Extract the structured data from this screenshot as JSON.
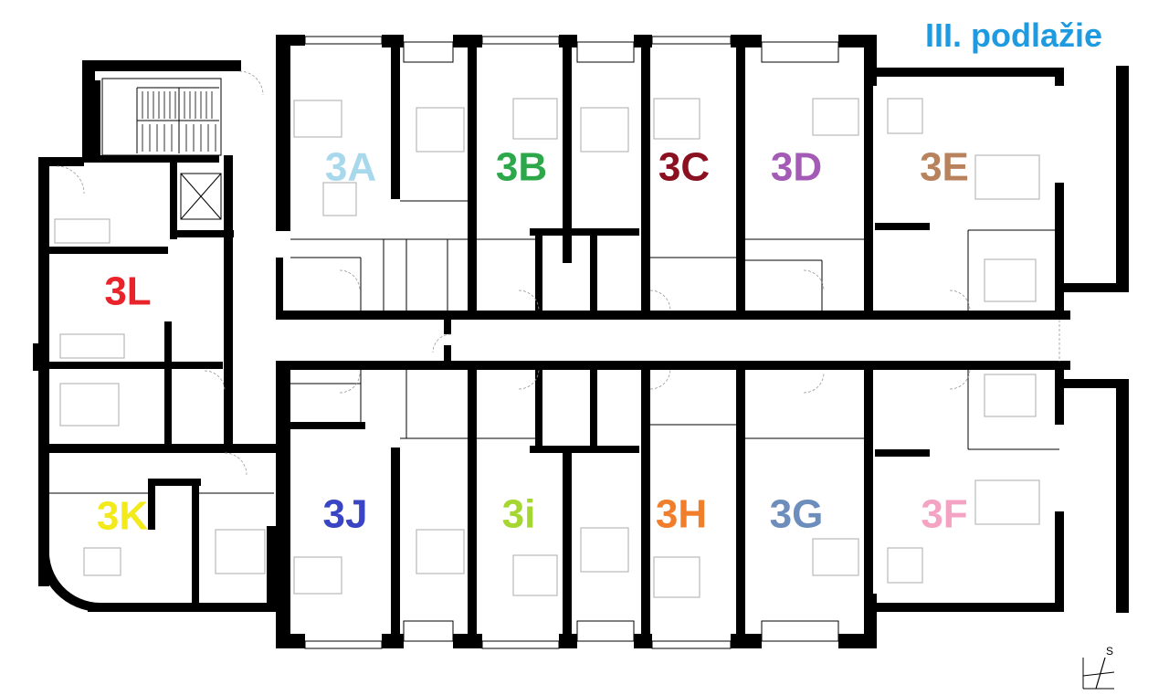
{
  "title": "III. podlažie",
  "compass": {
    "letter": "S"
  },
  "units": [
    {
      "id": "3A",
      "label": "3A",
      "color": "#a8d8ec"
    },
    {
      "id": "3B",
      "label": "3B",
      "color": "#2ca84b"
    },
    {
      "id": "3C",
      "label": "3C",
      "color": "#8b1120"
    },
    {
      "id": "3D",
      "label": "3D",
      "color": "#a45bb5"
    },
    {
      "id": "3E",
      "label": "3E",
      "color": "#b8825c"
    },
    {
      "id": "3L",
      "label": "3L",
      "color": "#e8232a"
    },
    {
      "id": "3K",
      "label": "3K",
      "color": "#f2ea1a"
    },
    {
      "id": "3J",
      "label": "3J",
      "color": "#3a45c4"
    },
    {
      "id": "3i",
      "label": "3i",
      "color": "#a5d632"
    },
    {
      "id": "3H",
      "label": "3H",
      "color": "#f07e2a"
    },
    {
      "id": "3G",
      "label": "3G",
      "color": "#6d8dbd"
    },
    {
      "id": "3F",
      "label": "3F",
      "color": "#f4a3c3"
    }
  ]
}
